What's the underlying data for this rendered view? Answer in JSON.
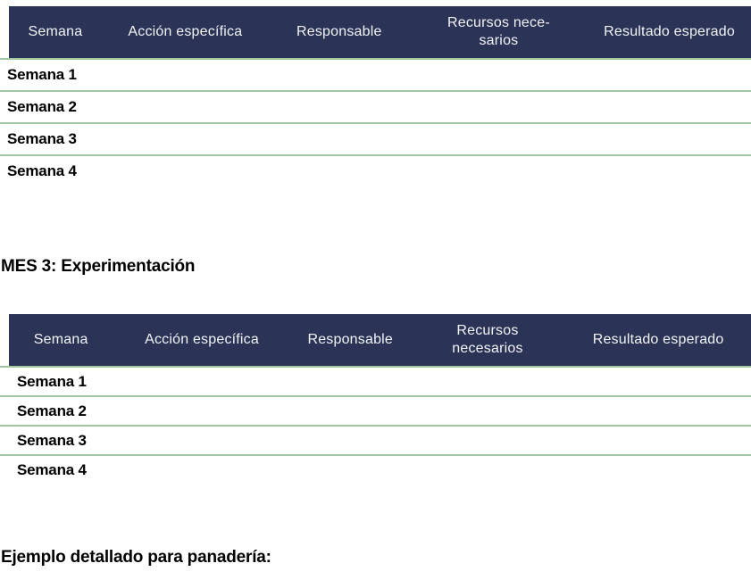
{
  "colors": {
    "header_bg": "#2b3456",
    "header_text": "#f2f3f6",
    "row_divider": "#a2c5a2",
    "body_text": "#000000",
    "page_bg": "#ffffff"
  },
  "headings": {
    "mes3": "MES 3: Experimentación",
    "ejemplo": "Ejemplo detallado para panadería:"
  },
  "tables": {
    "mes2": {
      "columns": [
        "Semana",
        "Acción específica",
        "Responsable",
        "Recursos nece-\nsarios",
        "Resultado esperado"
      ],
      "rows": [
        "Semana 1",
        "Semana 2",
        "Semana 3",
        "Semana 4"
      ]
    },
    "mes3": {
      "columns": [
        "Semana",
        "Acción específica",
        "Responsable",
        "Recursos\nnecesarios",
        "Resultado esperado"
      ],
      "rows": [
        "Semana 1",
        "Semana 2",
        "Semana 3",
        "Semana 4"
      ]
    }
  }
}
